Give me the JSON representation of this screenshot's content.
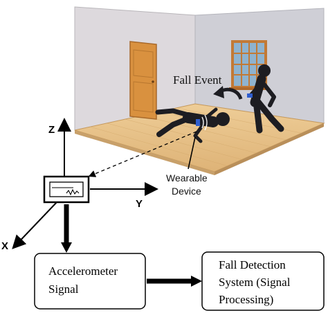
{
  "scene": {
    "fall_event_label": "Fall Event",
    "wearable_label_line1": "Wearable",
    "wearable_label_line2": "Device"
  },
  "axes": {
    "z_label": "Z",
    "y_label": "Y",
    "x_label": "X"
  },
  "boxes": {
    "accelerometer_line1": "Accelerometer",
    "accelerometer_line2": "Signal",
    "fall_detection_line1": "Fall Detection",
    "fall_detection_line2": "System (Signal",
    "fall_detection_line3": "Processing)"
  },
  "colors": {
    "floor": "#e8c48c",
    "left_wall": "#ddd9dd",
    "right_wall": "#cfcfd6",
    "door": "#d9913f",
    "window_frame": "#c27a36",
    "window_glass": "#8fb3cf",
    "figure": "#1d1d22",
    "sensor_glow": "#2f5ecf"
  },
  "icons": [
    "door-icon",
    "window-icon",
    "fallen-person-icon",
    "standing-person-icon",
    "fall-arrow-icon",
    "wearable-sensor-icon"
  ]
}
